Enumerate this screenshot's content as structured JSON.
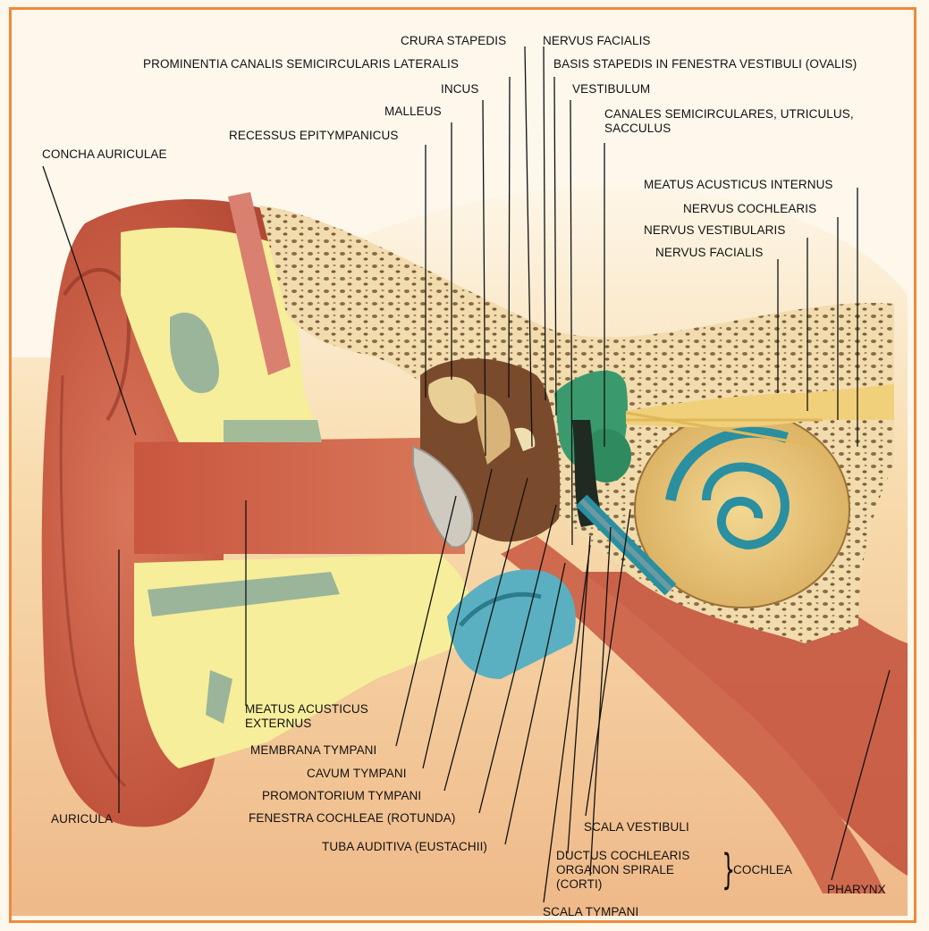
{
  "labels": {
    "crura_stapedis": "CRURA STAPEDIS",
    "nervus_facialis_top": "NERVUS FACIALIS",
    "prominentia": "PROMINENTIA CANALIS SEMICIRCULARIS LATERALIS",
    "basis_stapedis": "BASIS STAPEDIS IN FENESTRA VESTIBULI (OVALIS)",
    "incus": "INCUS",
    "vestibulum": "VESTIBULUM",
    "malleus": "MALLEUS",
    "canales_line1": "CANALES SEMICIRCULARES, UTRICULUS,",
    "canales_line2": "SACCULUS",
    "recessus": "RECESSUS EPITYMPANICUS",
    "concha": "CONCHA AURICULAE",
    "meatus_internus": "MEATUS ACUSTICUS INTERNUS",
    "nervus_cochlearis": "NERVUS COCHLEARIS",
    "nervus_vestibularis": "NERVUS VESTIBULARIS",
    "nervus_facialis_right": "NERVUS FACIALIS",
    "meatus_externus_line1": "MEATUS ACUSTICUS",
    "meatus_externus_line2": "EXTERNUS",
    "membrana": "MEMBRANA TYMPANI",
    "cavum": "CAVUM TYMPANI",
    "promontorium": "PROMONTORIUM TYMPANI",
    "fenestra_cochleae": "FENESTRA COCHLEAE (ROTUNDA)",
    "auricula": "AURICULA",
    "scala_vestibuli": "SCALA VESTIBULI",
    "tuba": "TUBA AUDITIVA (EUSTACHII)",
    "ductus": "DUCTUS COCHLEARIS",
    "organon": "ORGANON SPIRALE",
    "corti": "(CORTI)",
    "cochlea": "COCHLEA",
    "pharynx": "PHARYNX",
    "scala_tympani": "SCALA TYMPANI"
  },
  "colors": {
    "frame": "#ef8a3a",
    "skin": "#c2553e",
    "bone": "#f3e0b0",
    "fat": "#f6ee9a",
    "cartilage": "#9bb59a",
    "labyrinth": "#3a9a6e",
    "cochlea": "#e6c47a",
    "duct": "#2a8fa0",
    "nerve": "#f0d07a"
  }
}
